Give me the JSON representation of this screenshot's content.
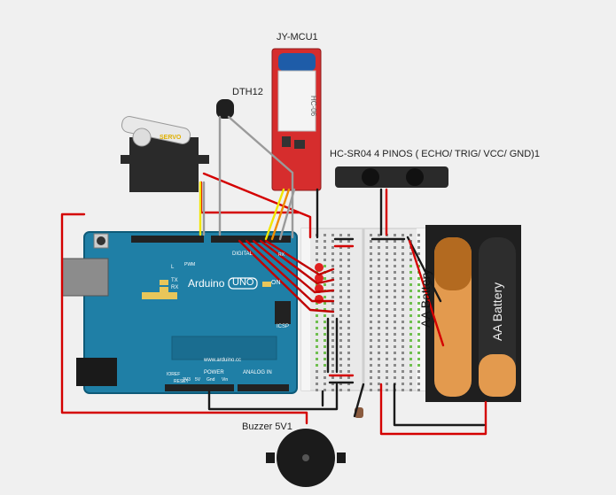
{
  "labels": {
    "bluetooth": "JY-MCU1",
    "sensor": "DTH12",
    "ultrasonic": "HC-SR04 4 PINOS ( ECHO/ TRIG/ VCC/ GND)1",
    "buzzer": "Buzzer 5V1"
  },
  "board": {
    "name": "Arduino",
    "model": "UNO",
    "on": "ON",
    "url": "www.arduino.cc",
    "digital": "DIGITAL",
    "analog": "ANALOG IN",
    "power": "POWER",
    "tx": "TX",
    "rx": "RX",
    "l": "L",
    "icsp": "ICSP",
    "pwm": "PWM",
    "ioref": "IOREF",
    "reset": "RESET",
    "v33": "3V3",
    "v5": "5V",
    "gnd": "Gnd",
    "vin": "Vin"
  },
  "components": {
    "servo": "SERVO",
    "battery": "AA Battery",
    "bt_module": "HC-06"
  },
  "colors": {
    "board": "#1f7fa6",
    "wire_red": "#d40000",
    "wire_black": "#1a1a1a",
    "wire_gray": "#9a9a9a",
    "wire_yellow": "#f2e600",
    "wire_orange": "#f08c00",
    "led": "#e02020"
  }
}
